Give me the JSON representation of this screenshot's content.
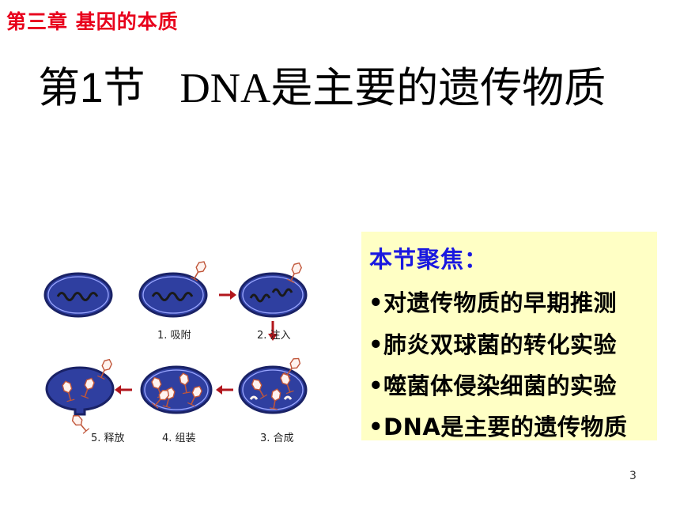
{
  "chapter": "第三章  基因的本质",
  "title": {
    "section": "第",
    "number": "1",
    "section_tail": "节",
    "dna": "DNA",
    "rest": "是主要的遗传物质"
  },
  "focus": {
    "heading": "本节聚焦：",
    "items": [
      "•对遗传物质的早期推测",
      "•肺炎双球菌的转化实验",
      "•噬菌体侵染细菌的实验",
      "•DNA是主要的遗传物质"
    ]
  },
  "diagram": {
    "steps": [
      "1. 吸附",
      "2. 注入",
      "3. 合成",
      "4. 组装",
      "5. 释放"
    ],
    "colors": {
      "cell_fill": "#2f3fa0",
      "cell_outline": "#1a2266",
      "cell_rim": "#9aa6ff",
      "dna": "#1a1a1a",
      "phage": "#c0563a",
      "arrow": "#b2161c"
    }
  },
  "page_number": "3"
}
